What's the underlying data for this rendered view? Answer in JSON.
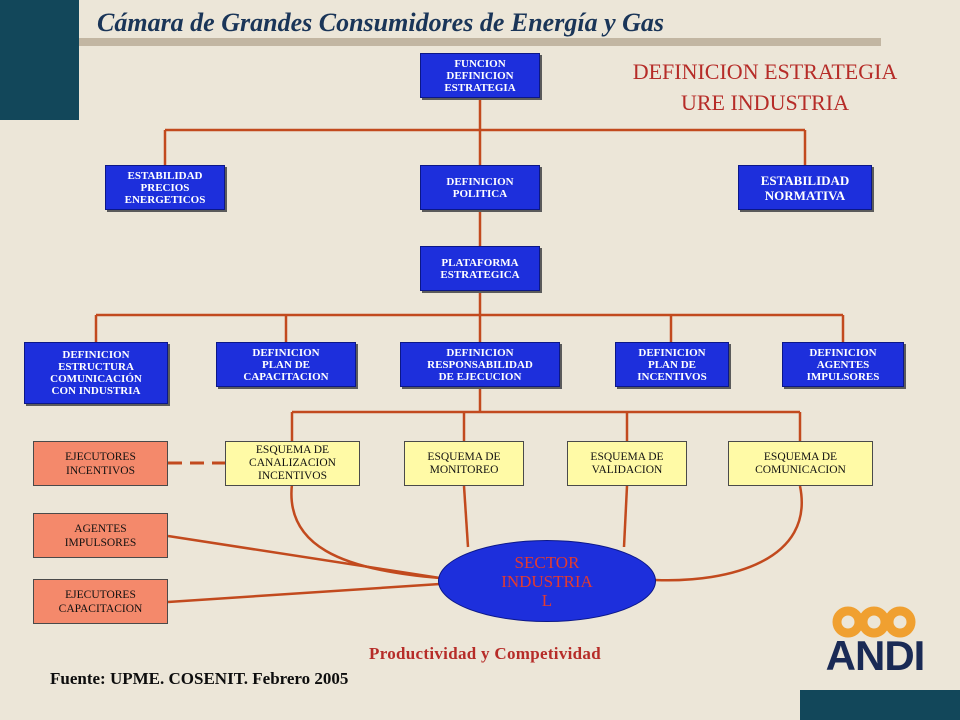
{
  "header": {
    "title": "Cámara  de Grandes Consumidores de Energía y Gas"
  },
  "strategy_title": "DEFINICION ESTRATEGIA\nURE INDUSTRIA",
  "nodes": {
    "funcion": "FUNCION\nDEFINICION\nESTRATEGIA",
    "estabilidad_precios": "ESTABILIDAD\nPRECIOS\nENERGETICOS",
    "definicion_politica": "DEFINICION\nPOLITICA",
    "estabilidad_normativa": "ESTABILIDAD\nNORMATIVA",
    "plataforma": "PLATAFORMA\nESTRATEGICA",
    "estructura": "DEFINICION\nESTRUCTURA\nCOMUNICACIÓN\nCON INDUSTRIA",
    "plan_capacitacion": "DEFINICION\nPLAN DE\nCAPACITACION",
    "responsabilidad": "DEFINICION\nRESPONSABILIDAD\nDE EJECUCION",
    "plan_incentivos": "DEFINICION\nPLAN DE\nINCENTIVOS",
    "agentes_impulsores_def": "DEFINICION\nAGENTES\nIMPULSORES",
    "ejecutores_incentivos": "EJECUTORES\nINCENTIVOS",
    "esquema_canalizacion": "ESQUEMA DE\nCANALIZACION\nINCENTIVOS",
    "esquema_monitoreo": "ESQUEMA DE\nMONITOREO",
    "esquema_validacion": "ESQUEMA DE\nVALIDACION",
    "esquema_comunicacion": "ESQUEMA DE\nCOMUNICACION",
    "agentes_impulsores": "AGENTES\nIMPULSORES",
    "ejecutores_capacitacion": "EJECUTORES\nCAPACITACION",
    "sector_industrial": "SECTOR\nINDUSTRIA\nL"
  },
  "footer": {
    "productivity": "Productividad y Competividad",
    "source": "Fuente: UPME. COSENIT. Febrero 2005"
  },
  "logo": {
    "text": "ANDI"
  },
  "colors": {
    "connector": "#c24a1e",
    "box_blue": "#1d2fdc",
    "box_yellow": "#fffaa6",
    "box_salmon": "#f4896b",
    "title_red": "#b62c28",
    "title_navy": "#1a3558",
    "logo_orange": "#f0a030"
  }
}
